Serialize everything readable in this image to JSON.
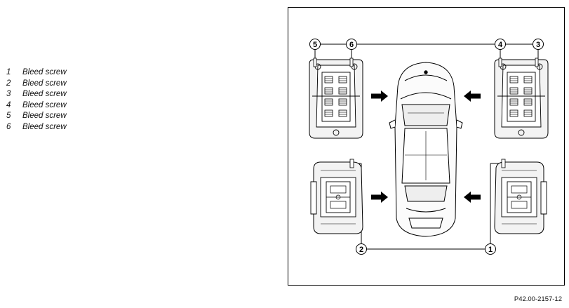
{
  "legend": [
    {
      "num": "1",
      "label": "Bleed screw"
    },
    {
      "num": "2",
      "label": "Bleed screw"
    },
    {
      "num": "3",
      "label": "Bleed screw"
    },
    {
      "num": "4",
      "label": "Bleed screw"
    },
    {
      "num": "5",
      "label": "Bleed screw"
    },
    {
      "num": "6",
      "label": "Bleed screw"
    }
  ],
  "figure": {
    "code": "P42.00-2157-12",
    "callouts": [
      "1",
      "2",
      "3",
      "4",
      "5",
      "6"
    ]
  }
}
